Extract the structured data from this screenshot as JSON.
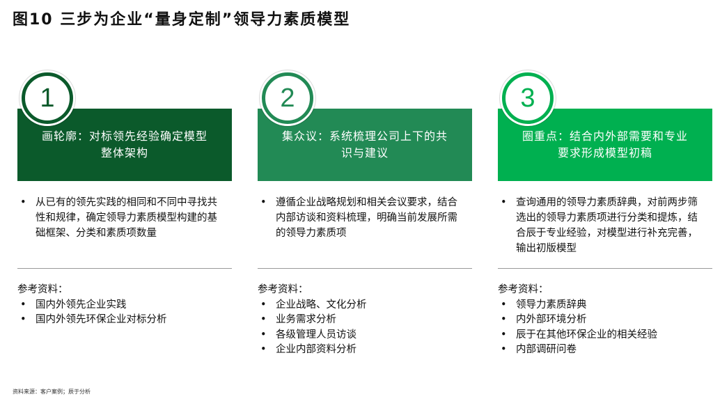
{
  "title": "图10 三步为企业“量身定制”领导力素质模型",
  "steps": [
    {
      "number": "1",
      "color": "#0b5a2b",
      "heading": "画轮廓：对标领先经验确定模型整体架构",
      "description": "从已有的领先实践的相同和不同中寻找共性和规律，确定领导力素质模型构建的基础框架、分类和素质项数量",
      "refs_label": "参考资料：",
      "refs": [
        "国内外领先企业实践",
        "国内外领先环保企业对标分析"
      ]
    },
    {
      "number": "2",
      "color": "#228a55",
      "heading": "集众议：系统梳理公司上下的共识与建议",
      "description": "遵循企业战略规划和相关会议要求，结合内部访谈和资料梳理，明确当前发展所需的领导力素质项",
      "refs_label": "参考资料：",
      "refs": [
        "企业战略、文化分析",
        "业务需求分析",
        "各级管理人员访谈",
        "企业内部资料分析"
      ]
    },
    {
      "number": "3",
      "color": "#00b050",
      "heading": "圈重点：结合内外部需要和专业要求形成模型初稿",
      "description": "查询通用的领导力素质辞典，对前两步筛选出的领导力素质项进行分类和提炼，结合辰于专业经验，对模型进行补充完善，输出初版模型",
      "refs_label": "参考资料：",
      "refs": [
        "领导力素质辞典",
        "内外部环境分析",
        "辰于在其他环保企业的相关经验",
        "内部调研问卷"
      ]
    }
  ],
  "source": "资料来源：客户案例；辰于分析"
}
